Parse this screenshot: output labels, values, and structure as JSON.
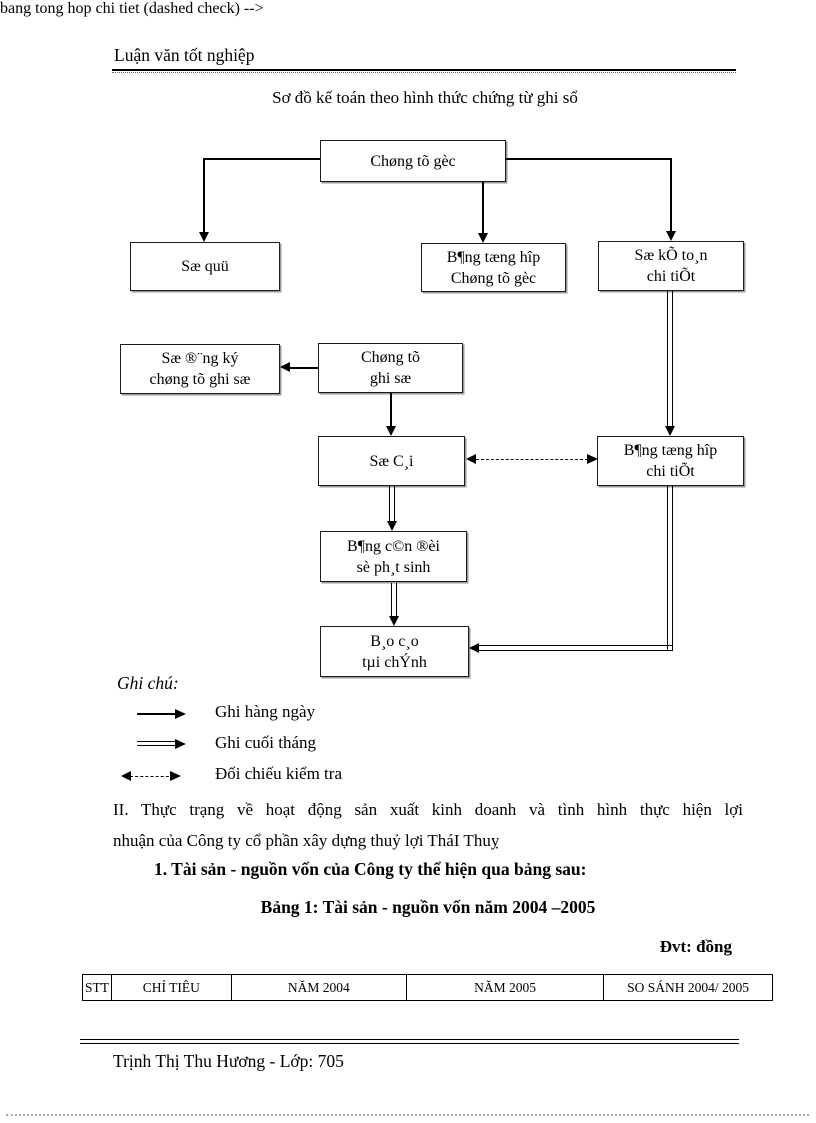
{
  "page": {
    "header": "Luận văn tốt nghiệp",
    "footer": "Trịnh Thị Thu Hương - Lớp: 705"
  },
  "diagram": {
    "title": "Sơ đồ kế toán theo hình thức chứng từ ghi sổ",
    "boxes": {
      "chung_tu_goc": {
        "line1": "Chøng tõ gèc"
      },
      "so_quy": {
        "line1": "Sæ quü"
      },
      "bang_tong_hop_ctg": {
        "line1": "B¶ng tæng hîp",
        "line2": "Chøng tõ gèc"
      },
      "so_ke_toan_chi_tiet": {
        "line1": "Sæ kÕ to¸n",
        "line2": "chi tiÕt"
      },
      "so_dang_ky": {
        "line1": "Sæ ®¨ng ký",
        "line2": "chøng tõ ghi sæ"
      },
      "chung_tu_ghi_so": {
        "line1": "Chøng tõ",
        "line2": "ghi sæ"
      },
      "so_cai": {
        "line1": "Sæ C¸i"
      },
      "bang_tong_hop_ct": {
        "line1": "B¶ng tæng hîp",
        "line2": "chi tiÕt"
      },
      "bang_can_doi": {
        "line1": "B¶ng c©n ®èi",
        "line2": "sè ph¸t sinh"
      },
      "bao_cao": {
        "line1": "B¸o c¸o",
        "line2": "tµi chÝnh"
      }
    },
    "legend": {
      "title": "Ghi chú:",
      "items": [
        {
          "style": "solid-arrow",
          "label": "Ghi hàng ngày"
        },
        {
          "style": "double-arrow",
          "label": "Ghi cuối tháng"
        },
        {
          "style": "dashed-double-arrow",
          "label": "Đối chiếu kiểm tra"
        }
      ]
    }
  },
  "body": {
    "para_line1": "II. Thực trạng về hoạt động sản xuất kinh doanh và tình hình thực hiện lợi",
    "para_line2": "nhuận của Công ty cổ phần xây dựng thuỷ lợi TháI Thuỵ",
    "heading1": "1. Tài sản - nguồn vốn của Công ty thể hiện qua bảng sau:",
    "table_caption": "Bảng 1: Tài sản - nguồn vốn năm 2004 –2005",
    "unit_note": "Đvt: đồng"
  },
  "table": {
    "headers": [
      "STT",
      "CHỈ TIÊU",
      "NĂM 2004",
      "NĂM 2005",
      "SO SÁNH 2004/ 2005"
    ]
  }
}
